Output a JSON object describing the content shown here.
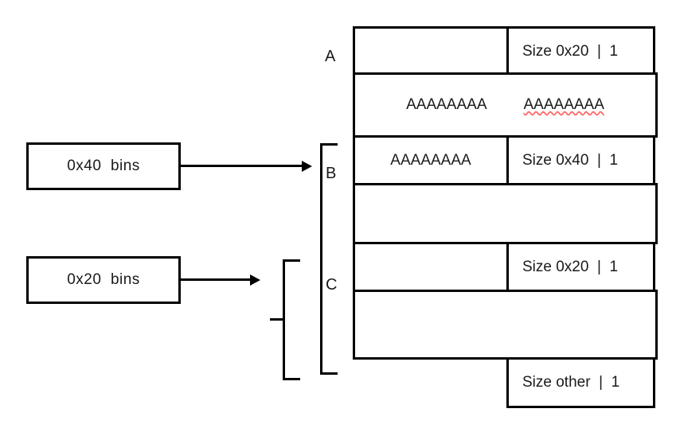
{
  "diagram": {
    "title": "heap bins layout",
    "colors": {
      "line": "#000000",
      "background": "#ffffff",
      "spellcheck_underline": "#ff6b6b"
    }
  },
  "source_boxes": [
    {
      "label": "0x40  bins",
      "name": "box-0x40-bins"
    },
    {
      "label": "0x20  bins",
      "name": "box-0x20-bins"
    }
  ],
  "group_labels": {
    "a": "A",
    "b": "B",
    "c": "C"
  },
  "memory_rows": [
    {
      "id": "row-1",
      "left": "",
      "right": "Size 0x20  |  1",
      "has_left_cell": true,
      "has_right_cell": true
    },
    {
      "id": "row-2",
      "full_text_1": "AAAAAAAA",
      "full_text_2": "AAAAAAAA",
      "full_text_2_spellchecked": true,
      "has_left_cell": false,
      "has_right_cell": false
    },
    {
      "id": "row-3",
      "left": "AAAAAAAA",
      "right": "Size 0x40  |  1",
      "has_left_cell": true,
      "has_right_cell": true
    },
    {
      "id": "row-4",
      "full_text_1": "",
      "has_left_cell": false,
      "has_right_cell": false
    },
    {
      "id": "row-5",
      "left": "",
      "right": "Size 0x20  |  1",
      "has_left_cell": true,
      "has_right_cell": true
    },
    {
      "id": "row-6",
      "full_text_1": "",
      "has_left_cell": false,
      "has_right_cell": false
    },
    {
      "id": "row-7",
      "left": "",
      "right": "Size other  |  1",
      "has_left_cell": false,
      "has_right_cell": true
    }
  ]
}
